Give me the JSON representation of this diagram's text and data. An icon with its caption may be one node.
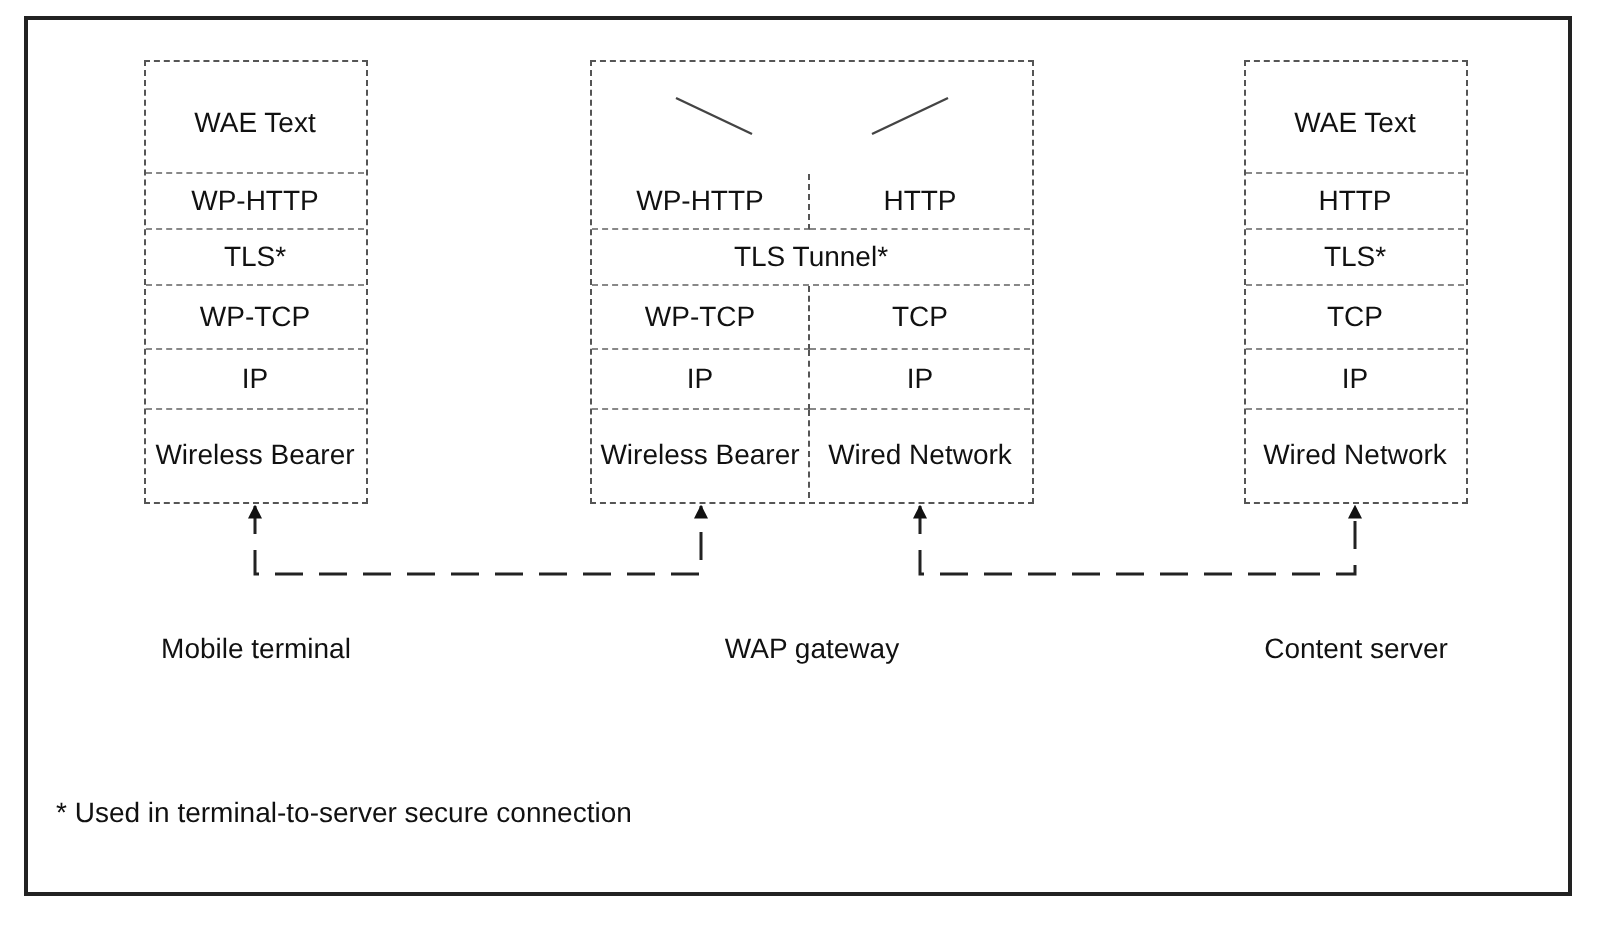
{
  "diagram": {
    "nodes": [
      {
        "text": [
          "Mobile terminal"
        ]
      },
      {
        "text": [
          "WAE Text"
        ],
        "in": 0
      },
      {
        "text": [
          "WP-HTTP"
        ],
        "in": 0
      },
      {
        "text": [
          "TLS*"
        ],
        "in": 0
      },
      {
        "text": [
          "WP-TCP"
        ],
        "in": 0
      },
      {
        "text": [
          "IP"
        ],
        "in": 0
      },
      {
        "text": [
          "Wireless Bearer"
        ],
        "in": 0
      },
      {
        "text": [
          "WAP gateway"
        ]
      },
      {
        "text": [
          "WP-HTTP"
        ],
        "in": 7
      },
      {
        "text": [
          "HTTP"
        ],
        "in": 7
      },
      {
        "text": [
          "TLS Tunnel*"
        ],
        "in": 7
      },
      {
        "text": [
          "WP-TCP"
        ],
        "in": 7
      },
      {
        "text": [
          "TCP"
        ],
        "in": 7
      },
      {
        "text": [
          "IP"
        ],
        "in": 7
      },
      {
        "text": [
          "IP"
        ],
        "in": 7
      },
      {
        "text": [
          "Wireless Bearer"
        ],
        "in": 7
      },
      {
        "text": [
          "Wired Network"
        ],
        "in": 7
      },
      {
        "text": [
          "Content server"
        ]
      },
      {
        "text": [
          "WAE Text"
        ],
        "in": 17
      },
      {
        "text": [
          "HTTP"
        ],
        "in": 17
      },
      {
        "text": [
          "TLS*"
        ],
        "in": 17
      },
      {
        "text": [
          "TCP"
        ],
        "in": 17
      },
      {
        "text": [
          "IP"
        ],
        "in": 17
      },
      {
        "text": [
          "Wired Network"
        ],
        "in": 17
      }
    ],
    "edges": [
      {
        "from": 6,
        "to": 15,
        "arrow": "both",
        "style": "dashed"
      },
      {
        "from": 16,
        "to": 23,
        "arrow": "both",
        "style": "dashed"
      }
    ],
    "labels": [
      "* Used in terminal-to-server secure connection"
    ]
  }
}
